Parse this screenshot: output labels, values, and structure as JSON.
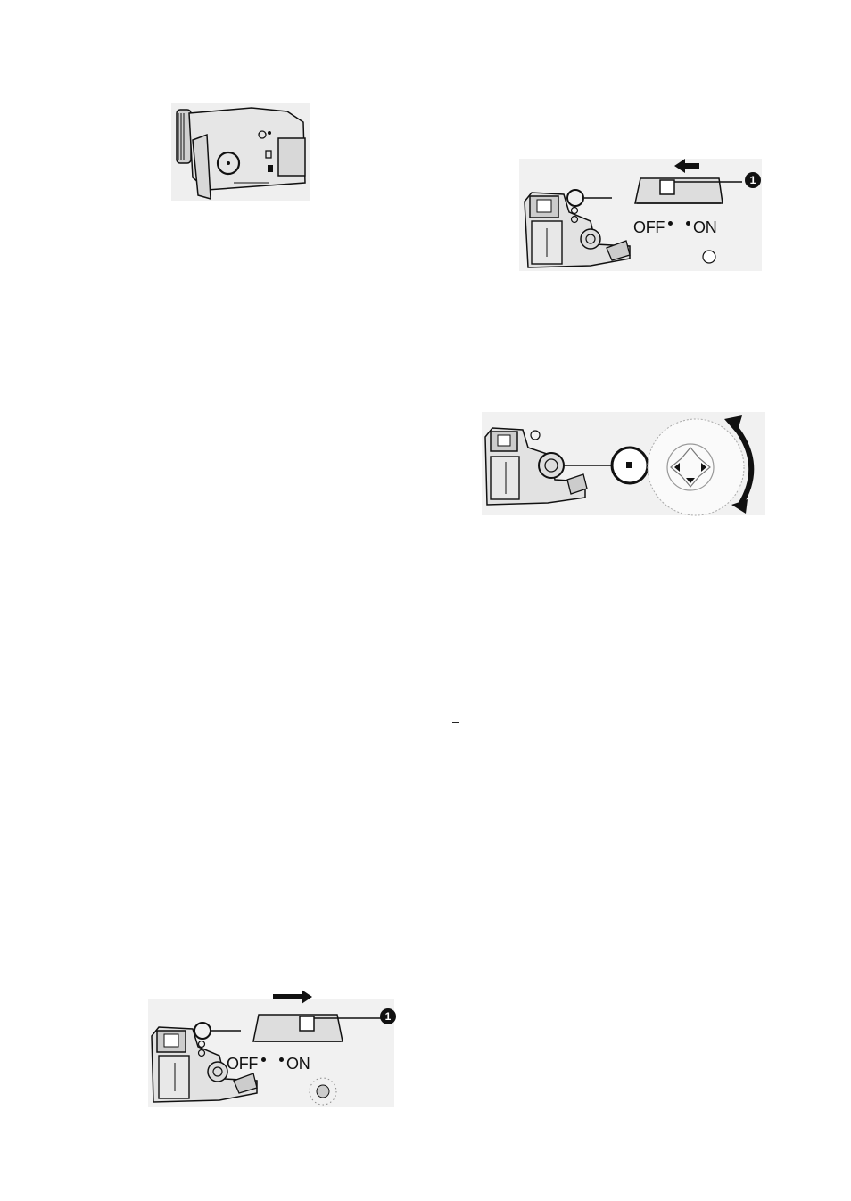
{
  "figures": {
    "camera_side": {},
    "power_on": {
      "off_label": "OFF",
      "on_label": "ON",
      "marker": "1"
    },
    "dial": {},
    "power_off": {
      "off_label": "OFF",
      "on_label": "ON",
      "marker": "1"
    }
  },
  "stray_mark": "–",
  "icons": {
    "arrow_left": "arrow-left-icon",
    "arrow_right": "arrow-right-icon",
    "rotate": "rotate-arrow-icon"
  }
}
